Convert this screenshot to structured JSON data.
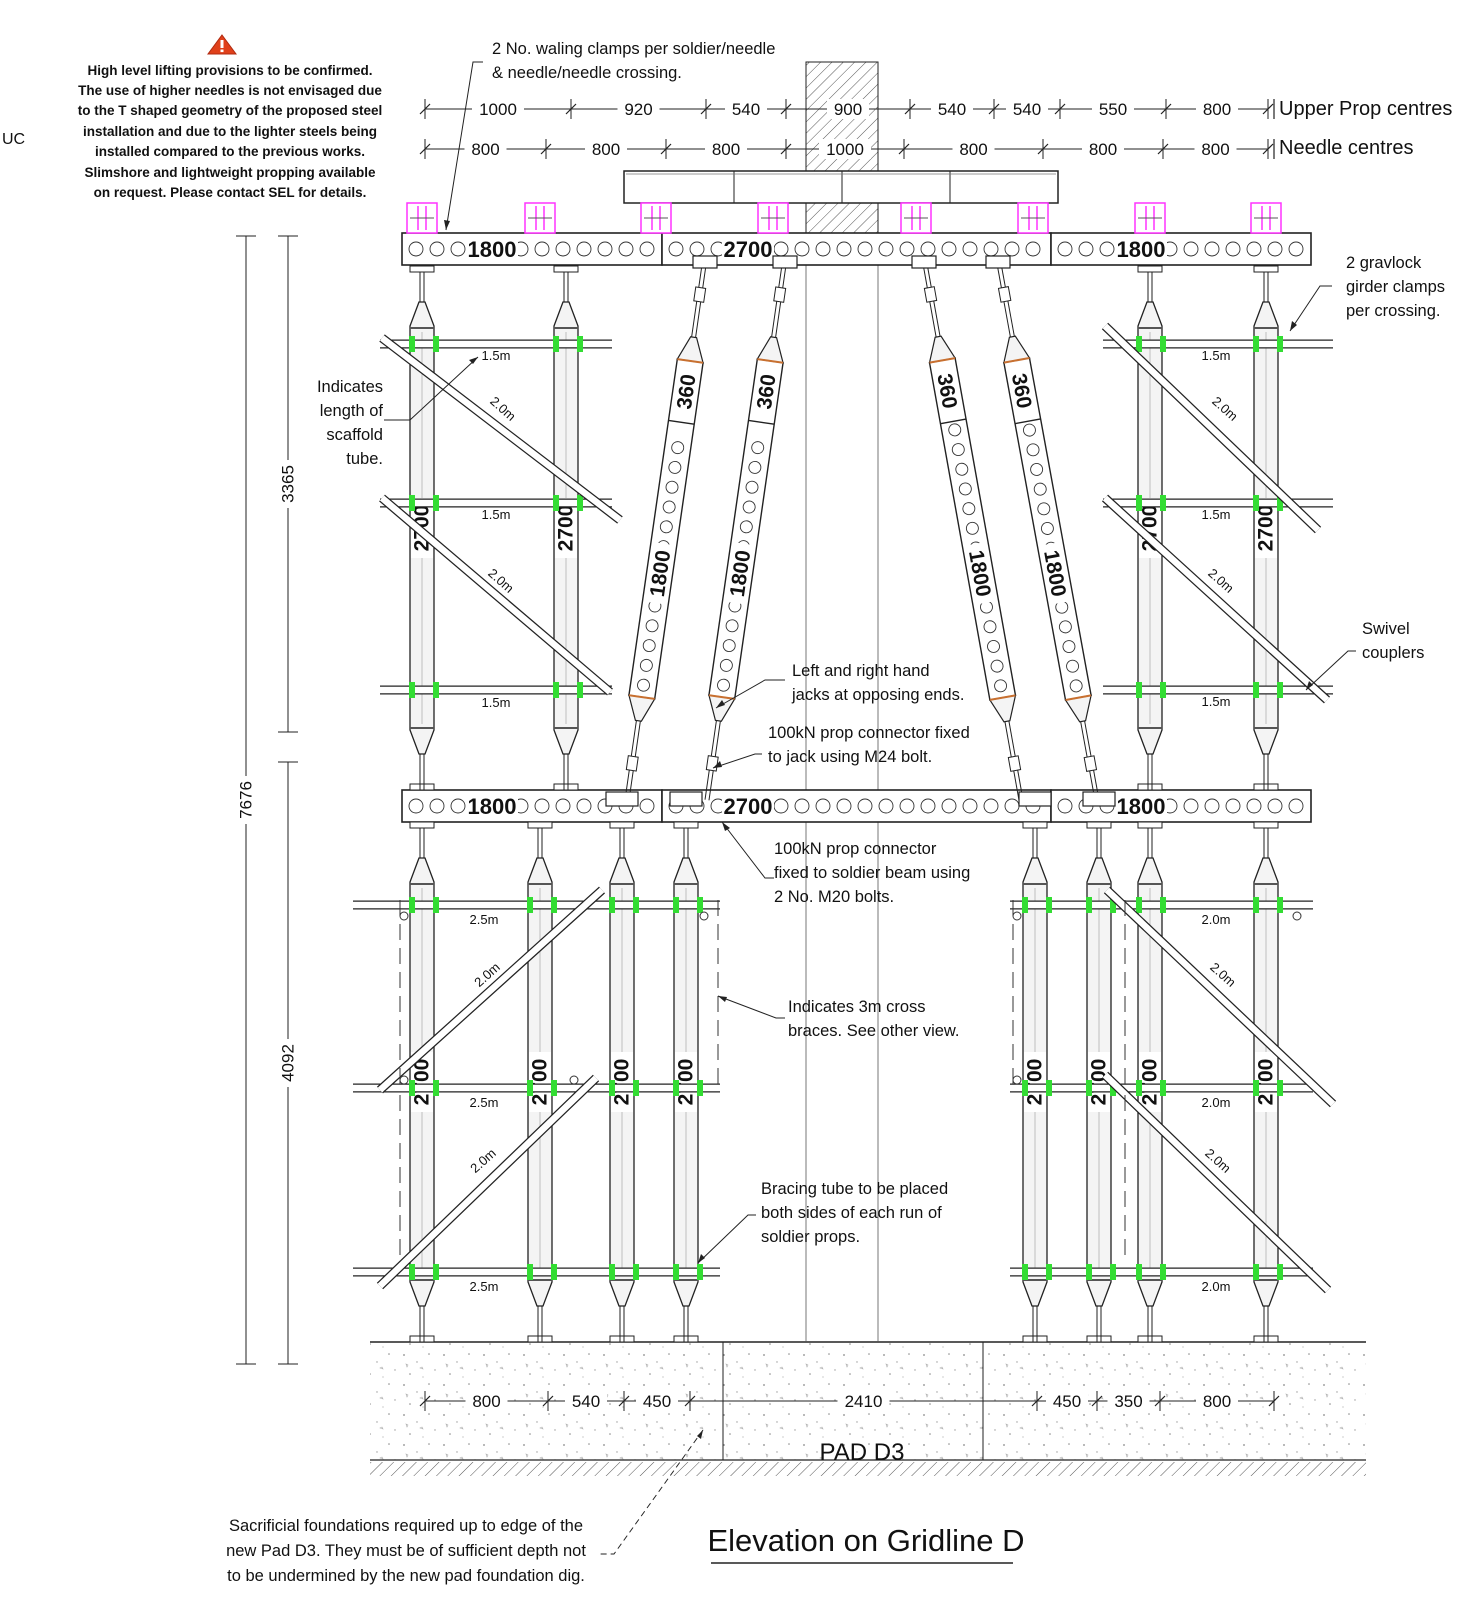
{
  "warning": {
    "icon": "warning-triangle-icon",
    "lines": [
      "High level lifting provisions to be confirmed.",
      "The use of higher needles is not envisaged due",
      "to the T shaped geometry of the proposed steel",
      "installation and due to the lighter steels being",
      "installed compared to the previous works.",
      "Slimshore and lightweight propping available",
      "on request. Please contact SEL for details."
    ]
  },
  "edge_label": "UC",
  "dimensions": {
    "upper_prop": {
      "values": [
        "1000",
        "920",
        "540",
        "900",
        "540",
        "540",
        "550",
        "800"
      ],
      "label": "Upper Prop centres"
    },
    "needle": {
      "values": [
        "800",
        "800",
        "800",
        "1000",
        "800",
        "800",
        "800"
      ],
      "label": "Needle centres"
    },
    "vertical": {
      "total": "7676",
      "upper": "3365",
      "lower": "4092"
    },
    "base": [
      "800",
      "540",
      "450",
      "2410",
      "450",
      "350",
      "800"
    ]
  },
  "beams": {
    "top": [
      "1800",
      "2700",
      "1800"
    ],
    "mid": [
      "1800",
      "2700",
      "1800"
    ]
  },
  "props": {
    "upper_soldier": "2700",
    "lower_soldier": "2700",
    "raking_body": "1800",
    "raking_extension": "360"
  },
  "tube_lengths": {
    "upper_ledger": "1.5m",
    "upper_diag": "2.0m",
    "lower_left_ledger": "2.5m",
    "lower_right_ledger": "2.0m",
    "lower_diag": "2.0m"
  },
  "callouts": {
    "waling": [
      "2 No. waling clamps per soldier/needle",
      "& needle/needle crossing."
    ],
    "gravlock": [
      "2 gravlock",
      "girder clamps",
      "per crossing."
    ],
    "tube_length": [
      "Indicates",
      "length of",
      "scaffold",
      "tube."
    ],
    "swivel": [
      "Swivel",
      "couplers"
    ],
    "jacks": [
      "Left and right hand",
      "jacks at opposing ends."
    ],
    "connector_jack": [
      "100kN prop connector fixed",
      "to jack using M24 bolt."
    ],
    "connector_beam": [
      "100kN prop connector",
      "fixed to soldier beam using",
      "2 No. M20 bolts."
    ],
    "cross_braces": [
      "Indicates 3m cross",
      "braces. See other view."
    ],
    "bracing_tube": [
      "Bracing tube to be placed",
      "both sides of each run of",
      "soldier props."
    ],
    "sacrificial": [
      "Sacrificial foundations required up to edge of the",
      "new Pad D3. They must be of sufficient depth not",
      "to be undermined by the new pad foundation dig."
    ]
  },
  "pad_label": "PAD D3",
  "title": "Elevation on Gridline D",
  "colors": {
    "line": "#222222",
    "coupler": "#33dd33",
    "clamp": "#ff33ff",
    "warning": "#e0401a",
    "prop_fill": "#f4f4f4"
  }
}
